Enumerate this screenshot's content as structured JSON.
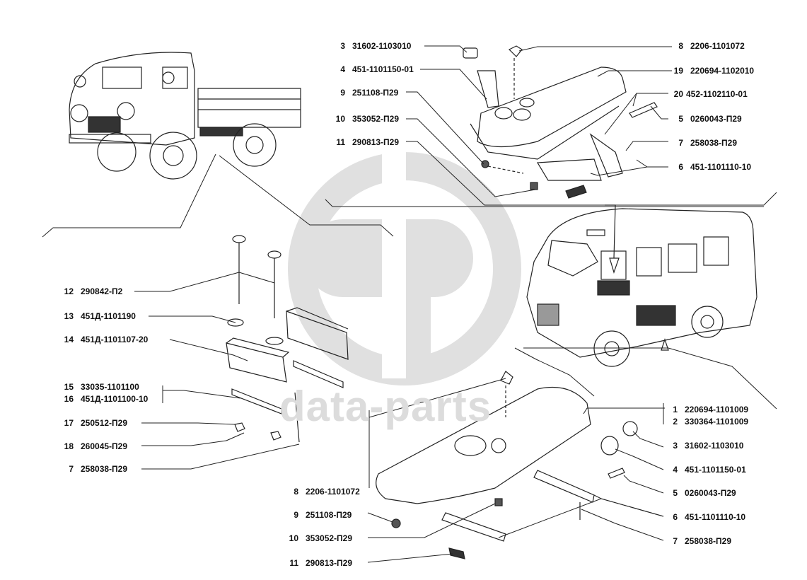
{
  "title": "Fuel tank assembly parts diagram",
  "watermark": {
    "text": "data-parts",
    "logo": "dp-logo-icon",
    "color": "#dcdcdc"
  },
  "vehicles": [
    {
      "name": "truck",
      "description": "Flatbed truck (single cab) — tank location"
    },
    {
      "name": "van",
      "description": "Minibus — tank locations"
    }
  ],
  "groups": {
    "upper_right": [
      {
        "num": "3",
        "code": "31602-1103010"
      },
      {
        "num": "4",
        "code": "451-1101150-01"
      },
      {
        "num": "9",
        "code": "251108-П29"
      },
      {
        "num": "10",
        "code": "353052-П29"
      },
      {
        "num": "11",
        "code": "290813-П29"
      }
    ],
    "upper_right_right": [
      {
        "num": "8",
        "code": "2206-1101072"
      },
      {
        "num": "19",
        "code": "220694-1102010"
      },
      {
        "num": "20",
        "code": "452-1102110-01"
      },
      {
        "num": "5",
        "code": "0260043-П29"
      },
      {
        "num": "7",
        "code": "258038-П29"
      },
      {
        "num": "6",
        "code": "451-1101110-10"
      }
    ],
    "left": [
      {
        "num": "12",
        "code": "290842-П2"
      },
      {
        "num": "13",
        "code": "451Д-1101190"
      },
      {
        "num": "14",
        "code": "451Д-1101107-20"
      },
      {
        "num": "15",
        "code": "33035-1101100"
      },
      {
        "num": "16",
        "code": "451Д-1101100-10"
      },
      {
        "num": "17",
        "code": "250512-П29"
      },
      {
        "num": "18",
        "code": "260045-П29"
      },
      {
        "num": "7",
        "code": "258038-П29"
      }
    ],
    "lower_right": [
      {
        "num": "1",
        "code": "220694-1101009"
      },
      {
        "num": "2",
        "code": "330364-1101009"
      },
      {
        "num": "3",
        "code": "31602-1103010"
      },
      {
        "num": "4",
        "code": "451-1101150-01"
      },
      {
        "num": "5",
        "code": "0260043-П29"
      },
      {
        "num": "6",
        "code": "451-1101110-10"
      },
      {
        "num": "7",
        "code": "258038-П29"
      }
    ],
    "lower_left": [
      {
        "num": "8",
        "code": "2206-1101072"
      },
      {
        "num": "9",
        "code": "251108-П29"
      },
      {
        "num": "10",
        "code": "353052-П29"
      },
      {
        "num": "11",
        "code": "290813-П29"
      }
    ]
  }
}
